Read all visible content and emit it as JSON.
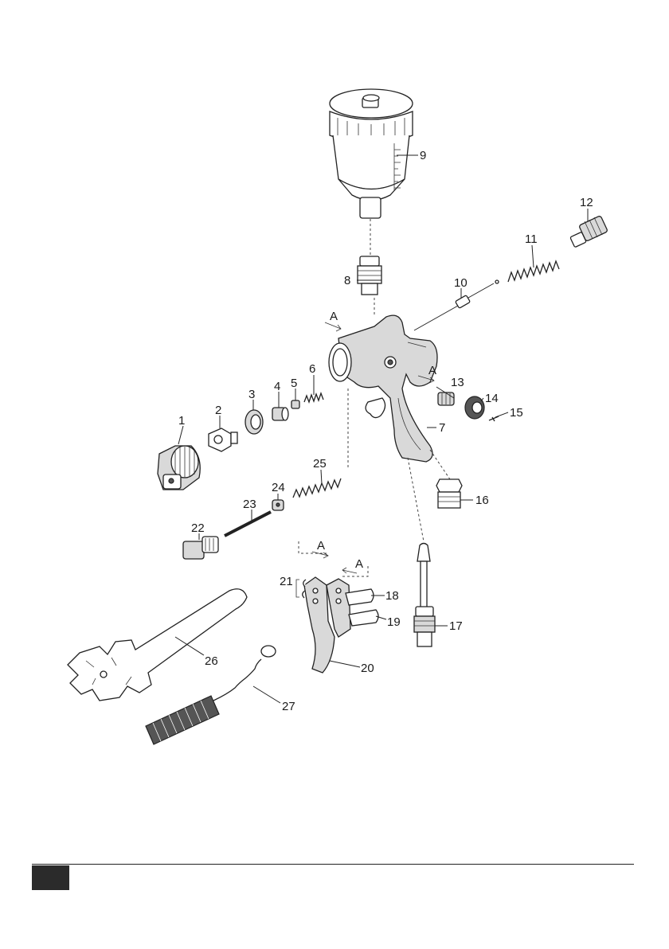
{
  "diagram": {
    "callouts": [
      "1",
      "2",
      "3",
      "4",
      "5",
      "6",
      "7",
      "8",
      "9",
      "10",
      "11",
      "12",
      "13",
      "14",
      "15",
      "16",
      "17",
      "18",
      "19",
      "20",
      "21",
      "22",
      "23",
      "24",
      "25",
      "26",
      "27"
    ],
    "section_marker": "A"
  },
  "colors": {
    "ink": "#222222",
    "footer_block": "#2b2b2b"
  },
  "footer": {
    "page_label": ""
  }
}
